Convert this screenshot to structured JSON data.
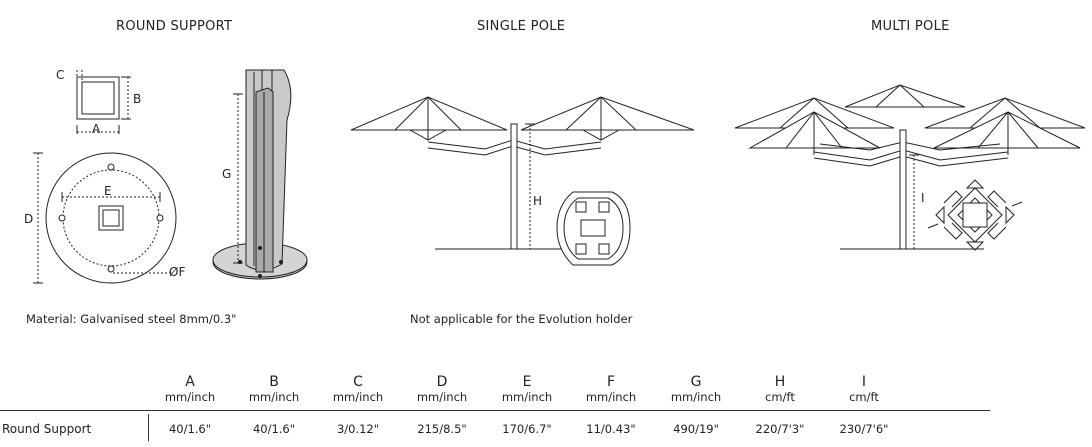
{
  "titles": {
    "round_support": "ROUND SUPPORT",
    "single_pole": "SINGLE POLE",
    "multi_pole": "MULTI POLE"
  },
  "dim_labels": {
    "a": "A",
    "b": "B",
    "c": "C",
    "d": "D",
    "e": "E",
    "f": "ØF",
    "g": "G",
    "h": "H",
    "i": "I"
  },
  "notes": {
    "material": "Material: Galvanised steel 8mm/0.3\"",
    "not_applicable": "Not applicable for the Evolution holder"
  },
  "table": {
    "columns": [
      {
        "letter": "A",
        "unit": "mm/inch"
      },
      {
        "letter": "B",
        "unit": "mm/inch"
      },
      {
        "letter": "C",
        "unit": "mm/inch"
      },
      {
        "letter": "D",
        "unit": "mm/inch"
      },
      {
        "letter": "E",
        "unit": "mm/inch"
      },
      {
        "letter": "F",
        "unit": "mm/inch"
      },
      {
        "letter": "G",
        "unit": "mm/inch"
      },
      {
        "letter": "H",
        "unit": "cm/ft"
      },
      {
        "letter": "I",
        "unit": "cm/ft"
      }
    ],
    "rows": [
      {
        "label": "Round Support",
        "values": [
          "40/1.6\"",
          "40/1.6\"",
          "3/0.12\"",
          "215/8.5\"",
          "170/6.7\"",
          "11/0.43\"",
          "490/19\"",
          "220/7'3\"",
          "230/7'6\""
        ]
      }
    ]
  },
  "colors": {
    "line": "#222222",
    "fill": "#ffffff",
    "pole_fill": "#c9c9c9"
  }
}
